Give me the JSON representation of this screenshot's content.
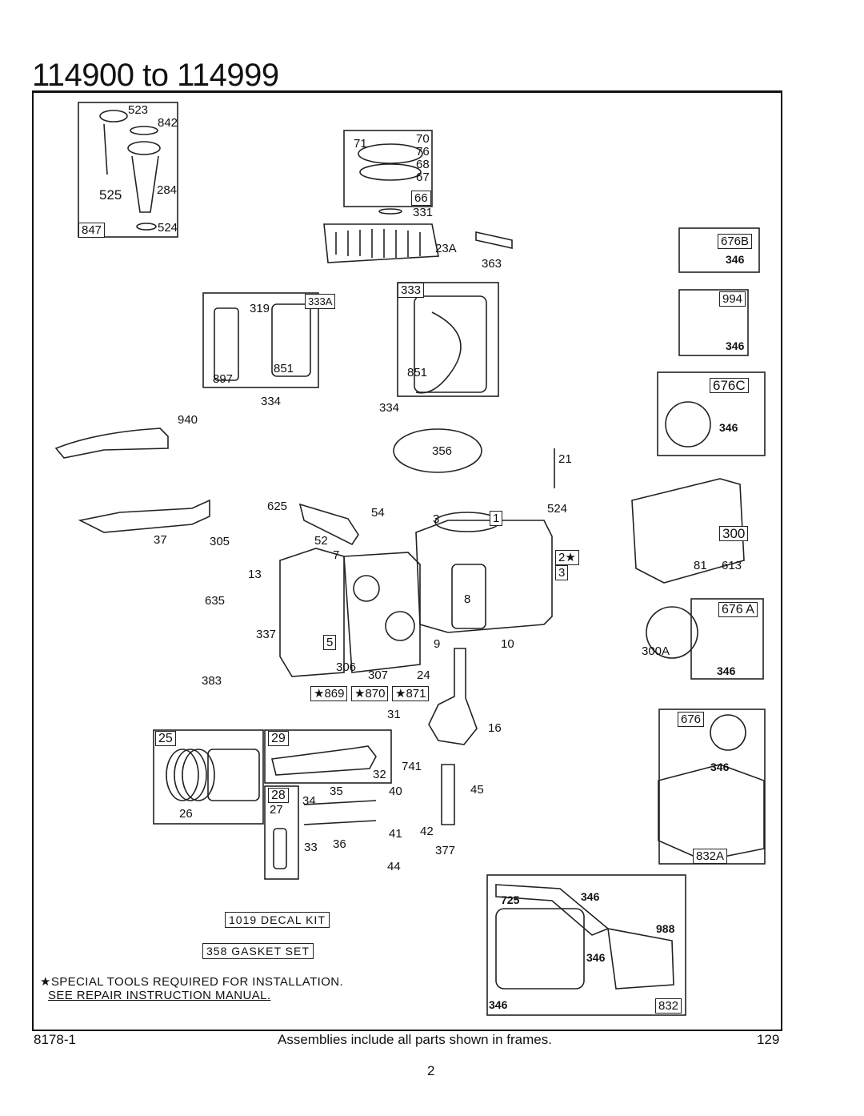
{
  "header": {
    "title": "114900 to 114999"
  },
  "frames": [
    {
      "id": "f847",
      "tag": "847",
      "labels": [
        "523",
        "842",
        "525",
        "284",
        "524"
      ]
    },
    {
      "id": "f66",
      "tag": "66",
      "labels": [
        "71",
        "70",
        "76",
        "68",
        "67"
      ]
    },
    {
      "id": "f333a",
      "tag": "333A",
      "labels": [
        "319",
        "897",
        "851"
      ]
    },
    {
      "id": "f333",
      "tag": "333",
      "labels": [
        "851"
      ]
    },
    {
      "id": "f676b",
      "tag": "676B",
      "labels": [
        "346"
      ]
    },
    {
      "id": "f994",
      "tag": "994",
      "labels": [
        "346"
      ]
    },
    {
      "id": "f676c",
      "tag": "676C",
      "labels": [
        "346"
      ]
    },
    {
      "id": "f300",
      "tag": "300",
      "labels": [
        "81",
        "613"
      ]
    },
    {
      "id": "f676a",
      "tag": "676 A",
      "labels": [
        "300A",
        "346"
      ]
    },
    {
      "id": "f676",
      "tag": "676",
      "labels": [
        "346"
      ]
    },
    {
      "id": "f832a",
      "tag": "832A",
      "labels": []
    },
    {
      "id": "f25",
      "tag": "25",
      "labels": [
        "26"
      ]
    },
    {
      "id": "f29",
      "tag": "29",
      "labels": [
        "32"
      ]
    },
    {
      "id": "f28",
      "tag": "28",
      "labels": [
        "27"
      ]
    },
    {
      "id": "f832",
      "tag": "832",
      "labels": [
        "725",
        "346",
        "988",
        "346",
        "346"
      ]
    }
  ],
  "callouts": {
    "c331": "331",
    "c23a": "23A",
    "c363": "363",
    "c334a": "334",
    "c334b": "334",
    "c940": "940",
    "c356": "356",
    "c21": "21",
    "c524": "524",
    "c37": "37",
    "c305": "305",
    "c625": "625",
    "c54": "54",
    "c3": "3",
    "c1": "1",
    "c2": "2★",
    "c3b": "3",
    "c52": "52",
    "c7": "7",
    "c13": "13",
    "c635": "635",
    "c8": "8",
    "c337": "337",
    "c5": "5",
    "c9": "9",
    "c10": "10",
    "c306": "306",
    "c307": "307",
    "c24": "24",
    "c383": "383",
    "c869": "★869",
    "c870": "★870",
    "c871": "★871",
    "c31": "31",
    "c16": "16",
    "c741": "741",
    "c34": "34",
    "c35": "35",
    "c40": "40",
    "c45": "45",
    "c41": "41",
    "c42": "42",
    "c33": "33",
    "c36": "36",
    "c377": "377",
    "c44": "44"
  },
  "kits": {
    "decal": "1019 DECAL KIT",
    "gasket": "358 GASKET SET"
  },
  "notes": {
    "line1": "★SPECIAL TOOLS REQUIRED FOR INSTALLATION.",
    "line2": "SEE REPAIR INSTRUCTION MANUAL."
  },
  "footer": {
    "code": "8178-1",
    "caption": "Assemblies include all parts shown in frames.",
    "page_right": "129",
    "page_center": "2"
  }
}
